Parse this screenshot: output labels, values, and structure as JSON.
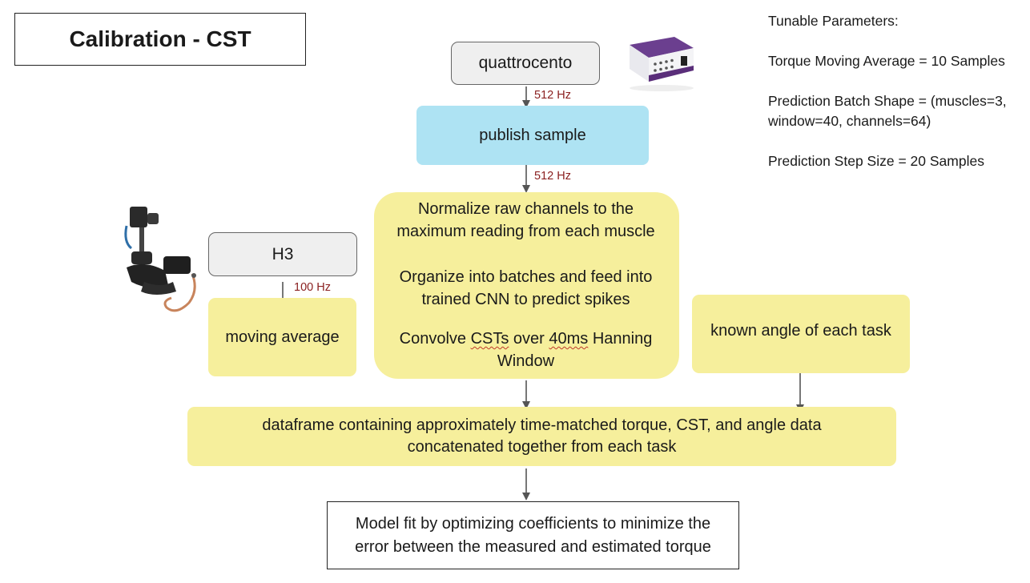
{
  "title": "Calibration - CST",
  "params": {
    "heading": "Tunable Parameters:",
    "torque_moving_average": "Torque Moving Average = 10 Samples",
    "batch_shape_line1": "Prediction Batch Shape = (muscles=3,",
    "batch_shape_line2": "window=40, channels=64)",
    "step_size": "Prediction Step Size = 20 Samples"
  },
  "nodes": {
    "quattrocento": "quattrocento",
    "publish_sample": "publish sample",
    "h3": "H3",
    "moving_average_pre": "moving ",
    "moving_average_post": "average",
    "normalize_line1": "Normalize raw channels to the",
    "normalize_line2": "maximum reading from each muscle",
    "organize_line1": "Organize into batches and feed into",
    "organize_line2": "trained CNN to predict spikes",
    "convolve_pre": "Convolve ",
    "convolve_csts": "CSTs",
    "convolve_mid": " over ",
    "convolve_40ms": "40ms",
    "convolve_post": " Hanning",
    "convolve_line2": "Window",
    "known_angle": "known angle of each task",
    "dataframe_line1": "dataframe containing approximately time-matched torque, CST, and angle data",
    "dataframe_line2": "concatenated together from each task",
    "model_line1": "Model fit by optimizing coefficients to minimize the",
    "model_line2": "error between the measured and estimated torque"
  },
  "rates": {
    "quattro_to_publish": "512 Hz",
    "publish_to_process": "512 Hz",
    "h3_to_average": "100 Hz"
  },
  "colors": {
    "yellow": "#f6ef9c",
    "blue": "#aee3f3",
    "gray": "#efefef",
    "rate_label": "#8b2121",
    "arrow": "#555555"
  },
  "icons": {
    "quattrocento_device": "emg-amplifier-device-image",
    "h3_device": "ankle-exoskeleton-image"
  }
}
